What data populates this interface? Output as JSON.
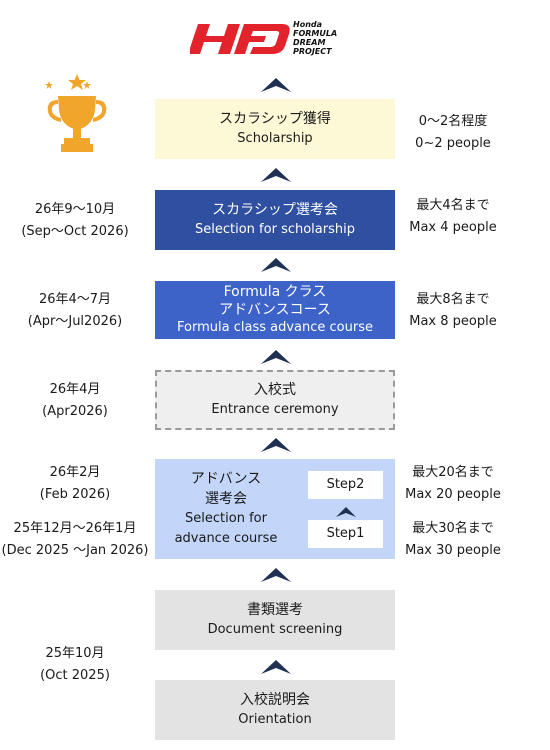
{
  "logo": {
    "brand_letters": "HFD",
    "line1": "Honda",
    "line2": "FORMULA",
    "line3": "DREAM",
    "line4": "PROJECT",
    "color": "#e3232b"
  },
  "trophy": {
    "icon": "trophy-icon",
    "color": "#f2a52b"
  },
  "stages": {
    "scholarship": {
      "jp": "スカラシップ獲得",
      "en": "Scholarship",
      "bg": "#fdf8d6"
    },
    "selection": {
      "jp": "スカラシップ選考会",
      "en": "Selection for scholarship",
      "bg": "#2f4fa0"
    },
    "formula": {
      "jp1": "Formula クラス",
      "jp2": "アドバンスコース",
      "en": "Formula class advance course",
      "bg": "#3d63c9"
    },
    "entrance": {
      "jp": "入校式",
      "en": "Entrance ceremony",
      "bg": "#efefef"
    },
    "advance": {
      "jp1": "アドバンス",
      "jp2": "選考会",
      "en1": "Selection for",
      "en2": "advance course",
      "step2": "Step2",
      "step1": "Step1",
      "bg": "#c3d5f8"
    },
    "document": {
      "jp": "書類選考",
      "en": "Document screening",
      "bg": "#e3e3e3"
    },
    "orientation": {
      "jp": "入校説明会",
      "en": "Orientation",
      "bg": "#e3e3e3"
    }
  },
  "left": {
    "sel_jp": "26年9～10月",
    "sel_en": "(Sep～Oct 2026)",
    "formula_jp": "26年4～7月",
    "formula_en": "(Apr～Jul2026)",
    "entrance_jp": "26年4月",
    "entrance_en": "(Apr2026)",
    "step2_jp": "26年2月",
    "step2_en": "(Feb 2026)",
    "step1_jp": "25年12月～26年1月",
    "step1_en": "(Dec 2025 ～Jan 2026)",
    "doc_jp": "25年10月",
    "doc_en": "(Oct 2025)"
  },
  "right": {
    "scholar_jp": "0～2名程度",
    "scholar_en": "0~2 people",
    "sel_jp": "最大4名まで",
    "sel_en": "Max 4 people",
    "formula_jp": "最大8名まで",
    "formula_en": "Max 8 people",
    "step2_jp": "最大20名まで",
    "step2_en": "Max 20 people",
    "step1_jp": "最大30名まで",
    "step1_en": "Max 30 people"
  },
  "arrow_color": "#1f3253"
}
